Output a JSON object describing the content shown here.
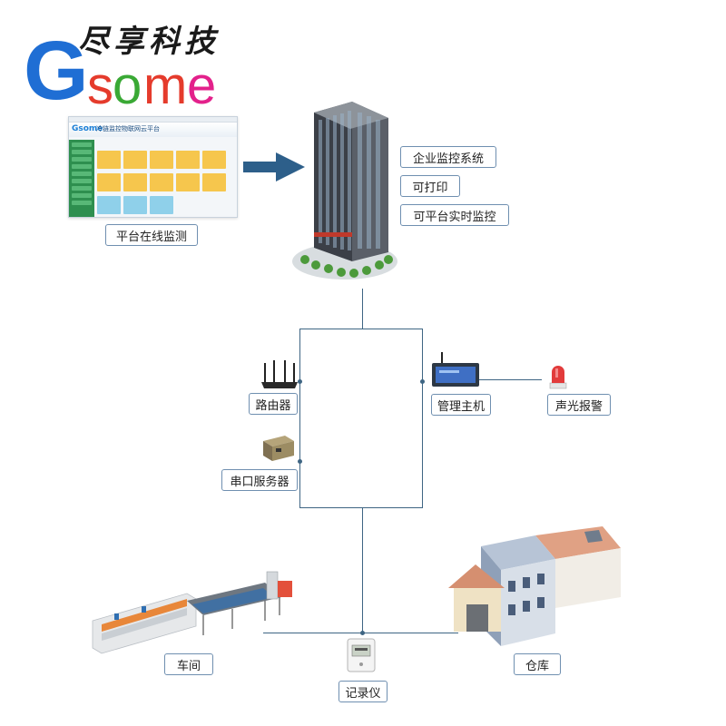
{
  "logo": {
    "chinese": "尽享科技",
    "letters": [
      "G",
      "s",
      "o",
      "m",
      "e"
    ],
    "colors": {
      "G": "#1f6ed4",
      "s": "#e53b2c",
      "o": "#3aa935",
      "m": "#e53b2c",
      "e": "#e3218b"
    }
  },
  "platform": {
    "screen_title": "冷链监控物联网云平台",
    "screen_logo": "Gsome",
    "label": "平台在线监测"
  },
  "enterprise": {
    "features": [
      "企业监控系统",
      "可打印",
      "可平台实时监控"
    ]
  },
  "network": {
    "router": "路由器",
    "serial_server": "串口服务器",
    "host": "管理主机",
    "alarm": "声光报警"
  },
  "sites": {
    "workshop": "车间",
    "recorder": "记录仪",
    "warehouse": "仓库"
  },
  "colors": {
    "line": "#3e6583",
    "tag_border": "#6f8fb0",
    "arrow": "#2d5f8a"
  }
}
